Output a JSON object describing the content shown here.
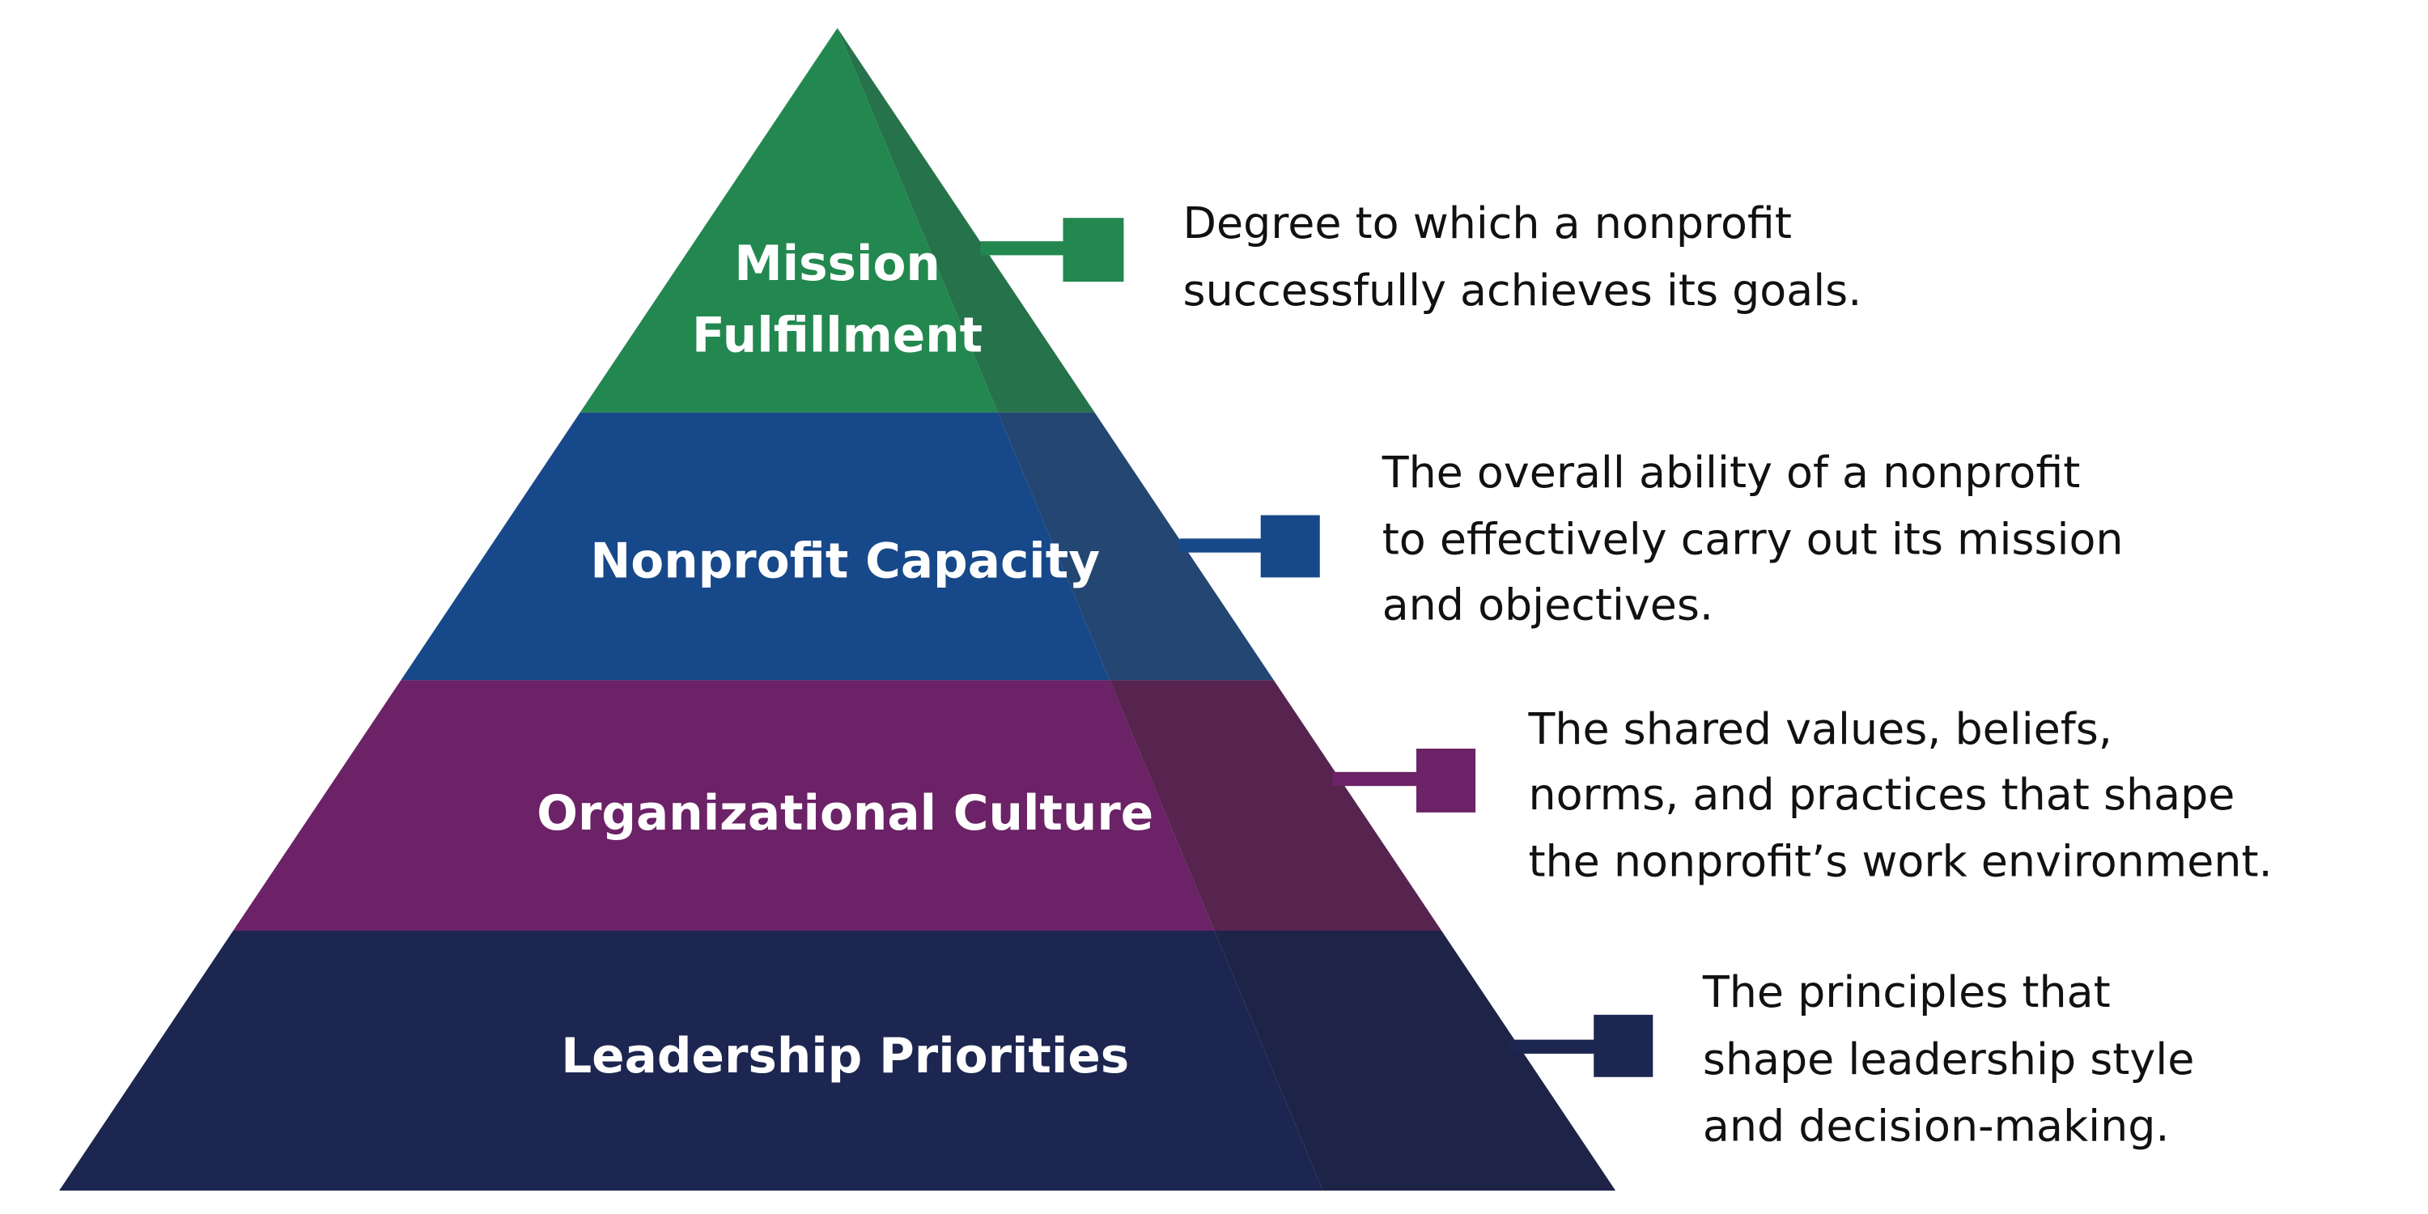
{
  "colors": {
    "mission": "#23884F",
    "mission_shade": "#26724A",
    "capacity": "#17498A",
    "capacity_shade": "#234673",
    "culture": "#6B2266",
    "culture_shade": "#57234F",
    "leadership": "#1C2650",
    "leadership_shade": "#1E2448"
  },
  "levels": [
    {
      "label_lines": [
        "Mission",
        "Fulfillment"
      ],
      "description": [
        "Degree to which a nonprofit",
        "successfully achieves its goals."
      ]
    },
    {
      "label_lines": [
        "Nonprofit Capacity"
      ],
      "description": [
        "The overall ability of a nonprofit",
        "to effectively carry out its mission",
        "and objectives."
      ]
    },
    {
      "label_lines": [
        "Organizational Culture"
      ],
      "description": [
        "The shared values, beliefs,",
        "norms, and practices that shape",
        "the nonprofit’s work environment."
      ]
    },
    {
      "label_lines": [
        "Leadership Priorities"
      ],
      "description": [
        "The principles that",
        "shape leadership style",
        "and decision-making."
      ]
    }
  ]
}
